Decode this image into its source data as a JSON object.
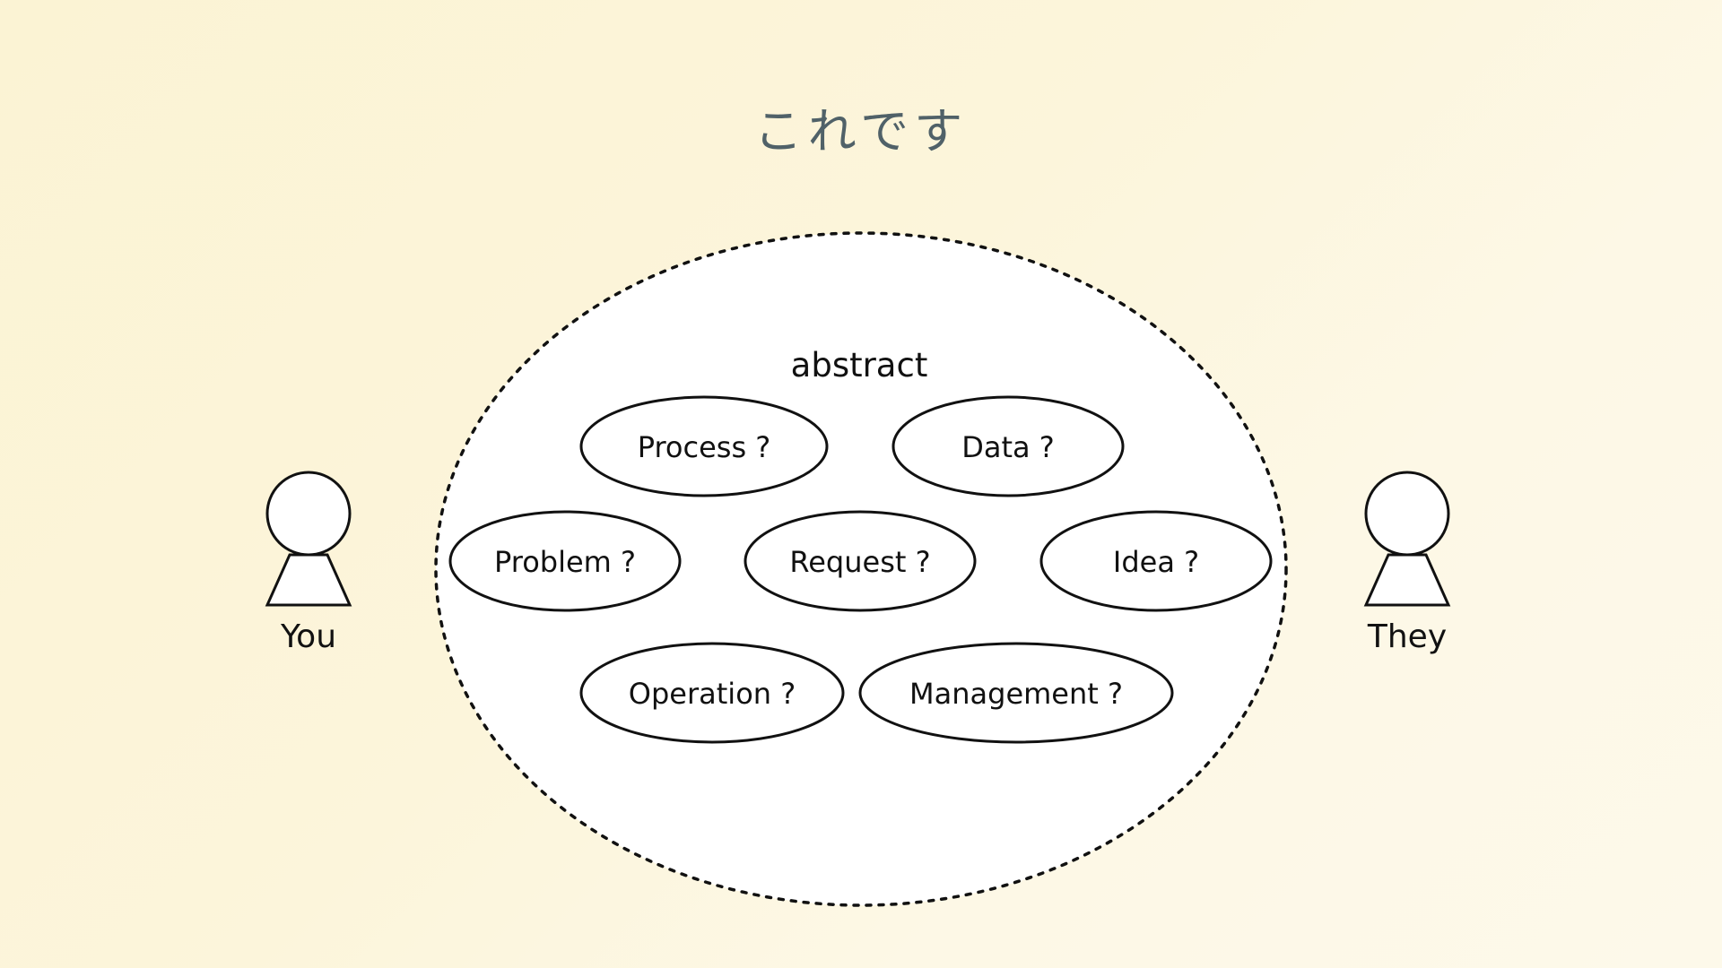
{
  "title": "これです",
  "group_label": "abstract",
  "bubbles": [
    {
      "label": "Process ?"
    },
    {
      "label": "Data ?"
    },
    {
      "label": "Problem ?"
    },
    {
      "label": "Request ?"
    },
    {
      "label": "Idea ?"
    },
    {
      "label": "Operation ?"
    },
    {
      "label": "Management ?"
    }
  ],
  "actors": [
    {
      "label": "You"
    },
    {
      "label": "They"
    }
  ],
  "colors": {
    "background": "#fbf3d4",
    "title": "#506168",
    "stroke": "#111111",
    "fill": "#ffffff"
  }
}
